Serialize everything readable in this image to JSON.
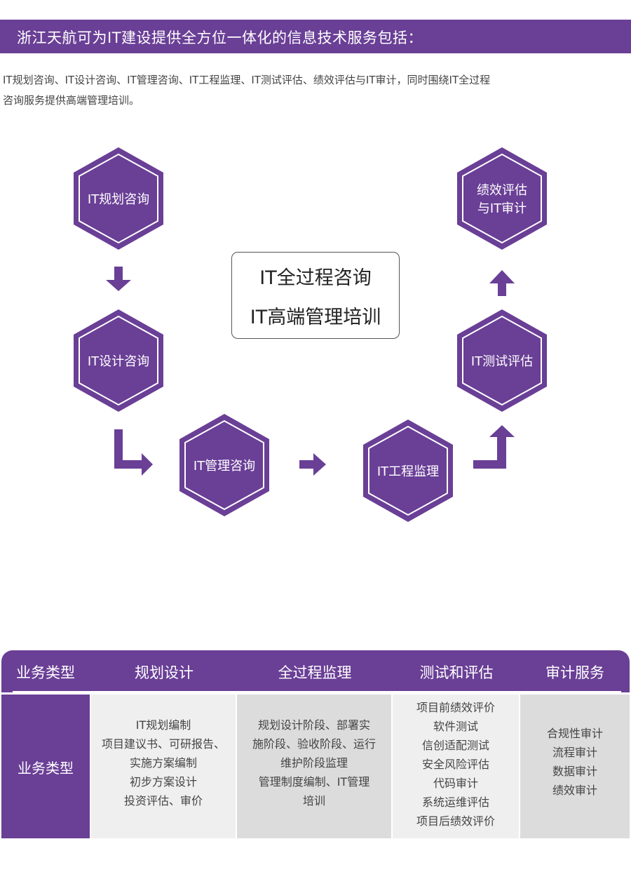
{
  "banner": {
    "title": "浙江天航可为IT建设提供全方位一体化的信息技术服务包括："
  },
  "intro": {
    "line1": "IT规划咨询、IT设计咨询、IT管理咨询、IT工程监理、IT测试评估、绩效评估与IT审计，同时围绕IT全过程",
    "line2": "咨询服务提供高端管理培训。"
  },
  "flow": {
    "steps": [
      {
        "lines": [
          "IT规划咨询"
        ]
      },
      {
        "lines": [
          "IT设计咨询"
        ]
      },
      {
        "lines": [
          "IT管理咨询"
        ]
      },
      {
        "lines": [
          "IT工程监理"
        ]
      },
      {
        "lines": [
          "IT测试评估"
        ]
      },
      {
        "lines": [
          "绩效评估",
          "与IT审计"
        ]
      }
    ],
    "center": {
      "line1": "IT全过程咨询",
      "line2": "IT高端管理培训"
    }
  },
  "table": {
    "headers": [
      "业务类型",
      "规划设计",
      "全过程监理",
      "测试和评估",
      "审计服务"
    ],
    "row_label": "业务类型",
    "cells": [
      [
        "IT规划编制",
        "项目建议书、可研报告、",
        "实施方案编制",
        "初步方案设计",
        "投资评估、审价"
      ],
      [
        "规划设计阶段、部署实",
        "施阶段、验收阶段、运行",
        "维护阶段监理",
        "管理制度编制、IT管理",
        "培训"
      ],
      [
        "项目前绩效评价",
        "软件测试",
        "信创适配测试",
        "安全风险评估",
        "代码审计",
        "系统运维评估",
        "项目后绩效评价"
      ],
      [
        "合规性审计",
        "流程审计",
        "数据审计",
        "绩效审计"
      ]
    ]
  },
  "colors": {
    "accent": "#6a3f96",
    "cell_light": "#efefef",
    "cell_dark": "#dcdcdc"
  }
}
